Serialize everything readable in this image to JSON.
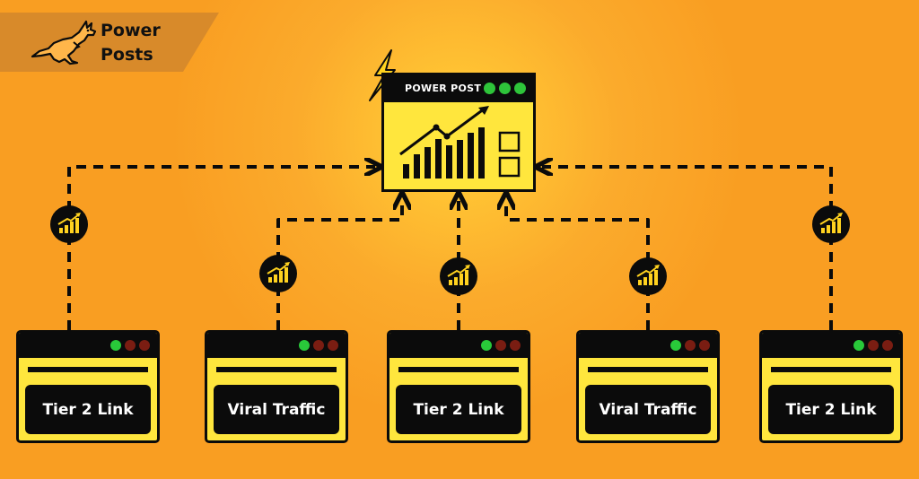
{
  "brand": {
    "line1": "Power",
    "line2": "Posts",
    "logo_icon": "kangaroo-icon",
    "panel_color": "#d88a2a"
  },
  "power_post": {
    "title": "POWER POST",
    "icons": [
      "lightning-icon",
      "growth-chart-icon",
      "checkbox-icon"
    ],
    "window_dots": [
      "#2ec43a",
      "#2ec43a",
      "#2ec43a"
    ]
  },
  "cards": [
    {
      "label": "Tier 2 Link"
    },
    {
      "label": "Viral Traffic"
    },
    {
      "label": "Tier 2 Link"
    },
    {
      "label": "Viral Traffic"
    },
    {
      "label": "Tier 2 Link"
    }
  ],
  "card_window_dots": [
    "#29c93a",
    "#7a1d12",
    "#7a1d12"
  ],
  "connector_icon": "growth-chart-icon",
  "colors": {
    "background": "#fba426",
    "window_fill": "#ffe63d",
    "ink": "#0b0b0b"
  }
}
